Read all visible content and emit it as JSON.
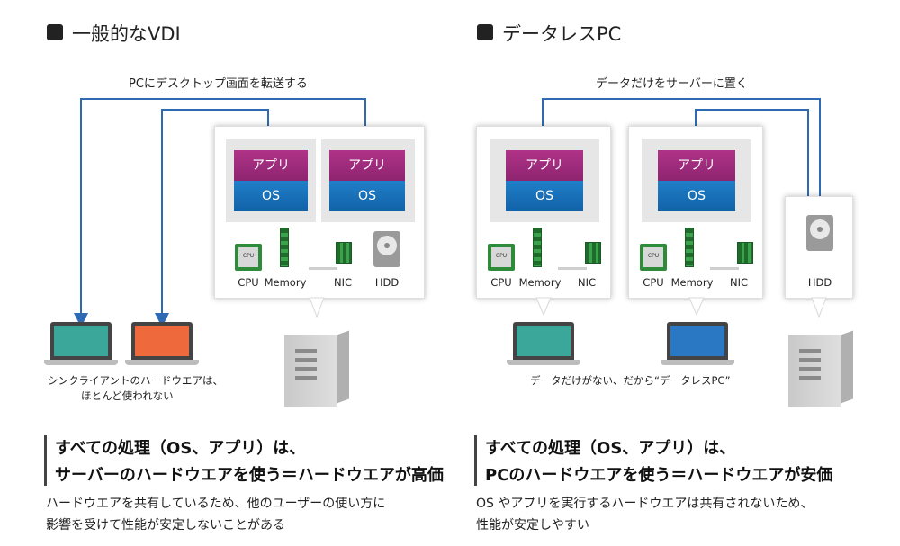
{
  "left": {
    "title": "一般的なVDI",
    "arrow_caption": "PCにデスクトップ画面を転送する",
    "vm_app_label": "アプリ",
    "vm_os_label": "OS",
    "hw": {
      "cpu_chip": "CPU",
      "cpu": "CPU",
      "memory": "Memory",
      "nic": "NIC",
      "hdd": "HDD"
    },
    "client_note_line1": "シンクライアントのハードウエアは、",
    "client_note_line2": "ほとんど使われない",
    "note_bold_line1": "すべての処理（OS、アプリ）は、",
    "note_bold_line2": "サーバーのハードウエアを使う＝ハードウエアが高価",
    "note_line1": "ハードウエアを共有しているため、他のユーザーの使い方に",
    "note_line2": "影響を受けて性能が安定しないことがある"
  },
  "right": {
    "title": "データレスPC",
    "arrow_caption": "データだけをサーバーに置く",
    "vm_app_label": "アプリ",
    "vm_os_label": "OS",
    "hw": {
      "cpu_chip": "CPU",
      "cpu": "CPU",
      "memory": "Memory",
      "nic": "NIC",
      "hdd": "HDD"
    },
    "client_note": "データだけがない、だから“データレスPC”",
    "note_bold_line1": "すべての処理（OS、アプリ）は、",
    "note_bold_line2": "PCのハードウエアを使う＝ハードウエアが安価",
    "note_line1": "OS やアプリを実行するハードウエアは共有されないため、",
    "note_line2": "性能が安定しやすい"
  },
  "colors": {
    "app": "#9e2b7c",
    "os": "#1a71ba",
    "arrow": "#2e6bb4",
    "laptop_teal": "#3aa79a",
    "laptop_orange": "#ee6a3c",
    "laptop_blue": "#2a78c4"
  }
}
